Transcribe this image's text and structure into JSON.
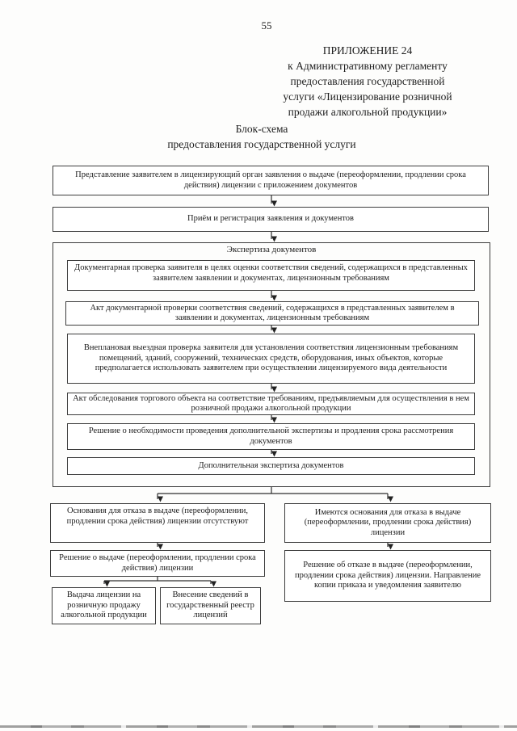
{
  "header": {
    "page_number": "55",
    "appendix_lines": [
      "ПРИЛОЖЕНИЕ 24",
      "к Административному регламенту",
      "предоставления государственной",
      "услуги «Лицензирование розничной",
      "продажи алкогольной продукции»"
    ],
    "title_lines": [
      "Блок-схема",
      "предоставления государственной услуги"
    ]
  },
  "flowchart": {
    "box_submission": "Представление заявителем в лицензирующий орган заявления о выдаче (переоформлении, продлении срока действия) лицензии с приложением документов",
    "box_reception": "Приём и регистрация заявления и документов",
    "expertise": {
      "title": "Экспертиза документов",
      "box_documentary_check": "Документарная проверка заявителя в целях оценки соответствия сведений, содержащихся в представленных заявителем заявлении и документах, лицензионным требованиям",
      "box_documentary_act": "Акт документарной проверки соответствия сведений, содержащихся в представленных заявителем в заявлении и документах, лицензионным требованиям",
      "box_onsite_check": "Внеплановая выездная проверка заявителя для установления соответствия лицензионным требованиям помещений, зданий, сооружений, технических средств, оборудования, иных объектов, которые предполагается использовать заявителем при осуществлении лицензируемого вида деятельности",
      "box_survey_act": "Акт обследования торгового объекта на соответствие требованиям, предъявляемым для осуществления в нем розничной продажи алкогольной продукции",
      "box_additional_decision": "Решение о необходимости проведения дополнительной экспертизы и продления срока рассмотрения документов",
      "box_additional_expertise": "Дополнительная экспертиза документов"
    },
    "left_branch": {
      "box_no_grounds": "Основания для отказа в выдаче (переоформлении, продлении срока действия) лицензии отсутствуют",
      "box_issue_decision": "Решение о выдаче (переоформлении, продлении срока действия) лицензии",
      "box_license_issue": "Выдача лицензии на розничную продажу алкогольной продукции",
      "box_registry": "Внесение сведений в государственный реестр лицензий"
    },
    "right_branch": {
      "box_grounds_exist": "Имеются основания для отказа в выдаче (переоформлении, продлении срока действия) лицензии",
      "box_refusal_decision": "Решение об отказе в выдаче (переоформлении, продлении срока действия) лицензии. Направление копии приказа и уведомления заявителю"
    }
  },
  "colors": {
    "ink": "#1c1c1c",
    "border": "#3d3d3d",
    "scan_artifact": "#8f8f8f"
  }
}
